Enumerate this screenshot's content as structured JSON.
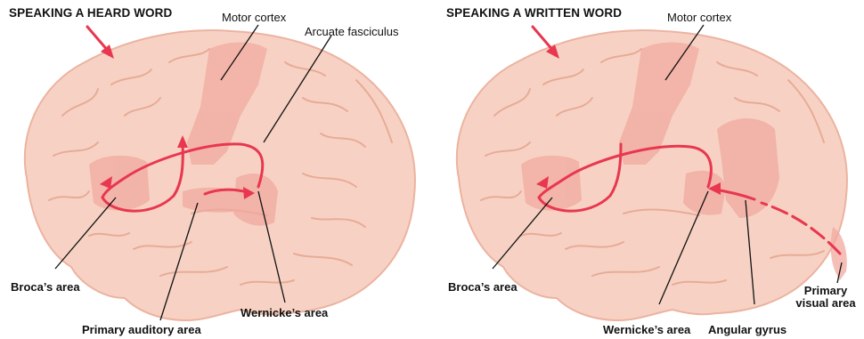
{
  "left_panel": {
    "title": "SPEAKING A HEARD WORD",
    "labels": {
      "motor_cortex": "Motor cortex",
      "arcuate_fasciculus": "Arcuate fasciculus",
      "brocas_area": "Broca’s area",
      "primary_auditory_area": "Primary auditory area",
      "wernickes_area": "Wernicke’s area"
    }
  },
  "right_panel": {
    "title": "SPEAKING A WRITTEN WORD",
    "labels": {
      "motor_cortex": "Motor cortex",
      "brocas_area": "Broca’s area",
      "wernickes_area": "Wernicke’s area",
      "angular_gyrus": "Angular gyrus",
      "primary_visual_area_line1": "Primary",
      "primary_visual_area_line2": "visual area"
    }
  },
  "colors": {
    "brain_fill": "#f7d2c4",
    "brain_outline": "#ecb3a0",
    "sulci": "#e7ab97",
    "highlight_region": "#f1a9a0",
    "pathway_arrow": "#e8374f",
    "leader_line": "#111111"
  }
}
